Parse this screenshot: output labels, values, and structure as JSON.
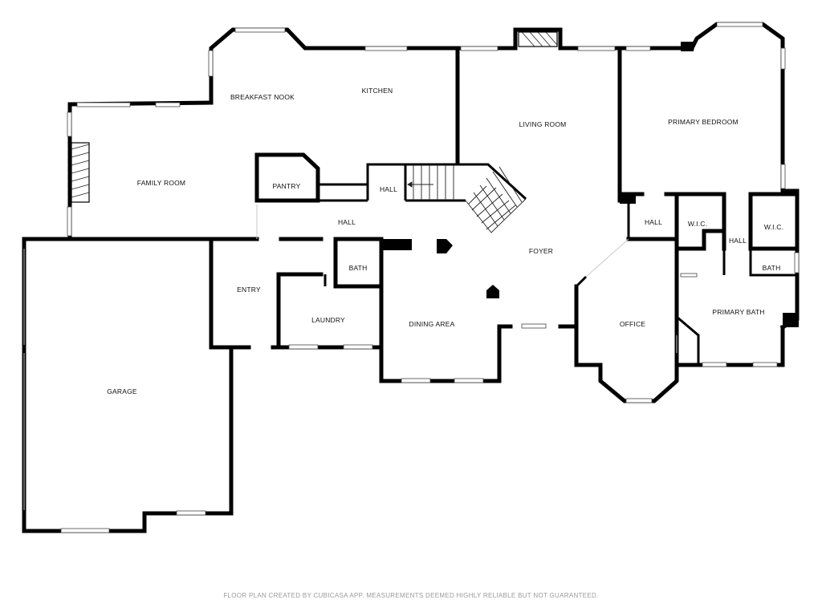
{
  "rooms": {
    "breakfast_nook": "BREAKFAST NOOK",
    "kitchen": "KITCHEN",
    "living_room": "LIVING ROOM",
    "primary_bedroom": "PRIMARY BEDROOM",
    "family_room": "FAMILY ROOM",
    "pantry": "PANTRY",
    "hall_stairs": "HALL",
    "hall_main": "HALL",
    "hall_right": "HALL",
    "wic_left": "W.I.C.",
    "hall_wic": "HALL",
    "wic_right": "W.I.C.",
    "foyer": "FOYER",
    "bath_small": "BATH",
    "entry": "ENTRY",
    "laundry": "LAUNDRY",
    "dining_area": "DINING AREA",
    "office": "OFFICE",
    "bath_primary_small": "BATH",
    "primary_bath": "PRIMARY BATH",
    "garage": "GARAGE"
  },
  "footer": {
    "disclaimer": "FLOOR PLAN CREATED BY CUBICASA APP. MEASUREMENTS DEEMED HIGHLY RELIABLE BUT NOT GUARANTEED."
  }
}
